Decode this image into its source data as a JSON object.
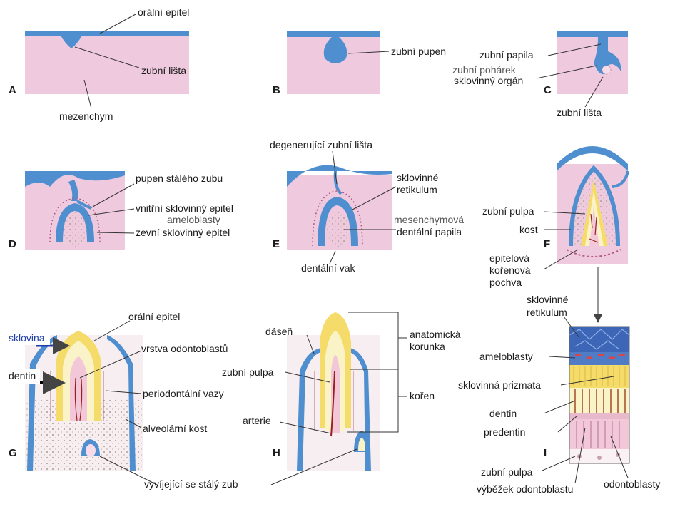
{
  "panels": {
    "a": "A",
    "b": "B",
    "c": "C",
    "d": "D",
    "e": "E",
    "f": "F",
    "g": "G",
    "h": "H",
    "i": "I"
  },
  "labels": {
    "oralni_epitel_a": "orální  epitel",
    "zubni_lista_a": "zubní lišta",
    "mezenchym": "mezenchym",
    "zubni_pupen": "zubní pupen",
    "zubni_papila": "zubní papila",
    "zubni_pohar": "zubní pohárek",
    "sklovinny_organ": "sklovinný orgán",
    "zubni_lista_c": "zubní lišta",
    "degenerujici": "degenerující  zubní lišta",
    "pupen_staleho": "pupen  stálého zubu",
    "vnitrni_epitel": "vnitřní sklovinný epitel",
    "ameloblasty_d": "ameloblasty",
    "zevni_epitel": "zevní sklovinný epitel",
    "sklovinne_ret_e_1": "sklovinné",
    "sklovinne_ret_e_2": "retikulum",
    "mesench_1": "mesenchymová",
    "mesench_2": "dentální  papila",
    "dentalni_vak": "dentální vak",
    "zubni_pulpa_f": "zubní pulpa",
    "kost": "kost",
    "epitel_1": "epitelová",
    "epitel_2": "kořenová",
    "epitel_3": "pochva",
    "sklovina": "sklovina",
    "dentin_g": "dentin",
    "oralni_epitel_g": "orální  epitel",
    "vrstva_odonto": "vrstva  odontoblastů",
    "periodontalni": "periodontální vazy",
    "alveolarni": "alveolární  kost",
    "vyvijejici": "vyvíjející se stálý zub",
    "dasen": "dáseň",
    "zubni_pulpa_h": "zubní pulpa",
    "arterie": "arterie",
    "anat_1": "anatomická",
    "anat_2": "korunka",
    "koren": "kořen",
    "sklovinne_ret_i_1": "sklovinné",
    "sklovinne_ret_i_2": "retikulum",
    "ameloblasty_i": "ameloblasty",
    "sklovinna_prizmata": "sklovinná  prizmata",
    "dentin_i": "dentin",
    "predentin": "predentin",
    "zubni_pulpa_i": "zubní  pulpa",
    "vybezek": "výběžek odontoblastu",
    "odontoblasty": "odontoblasty"
  },
  "colors": {
    "tissue": "#efc9de",
    "epithelium": "#4f8fd0",
    "enamel": "#f5dc6a",
    "dentin": "#fbf3c8",
    "pulp": "#f2c7d8",
    "arrow": "#1f3fa8"
  }
}
